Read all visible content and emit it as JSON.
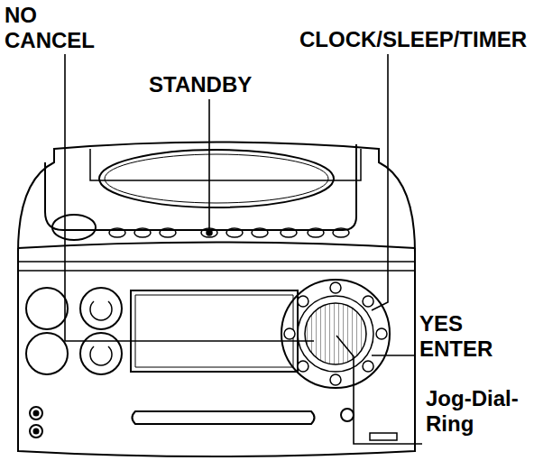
{
  "diagram": {
    "labels": [
      "NO CANCEL",
      "CLOCK/SLEEP/TIMER",
      "STANDBY",
      "YES ENTER",
      "Jog-Dial- Ring"
    ]
  }
}
